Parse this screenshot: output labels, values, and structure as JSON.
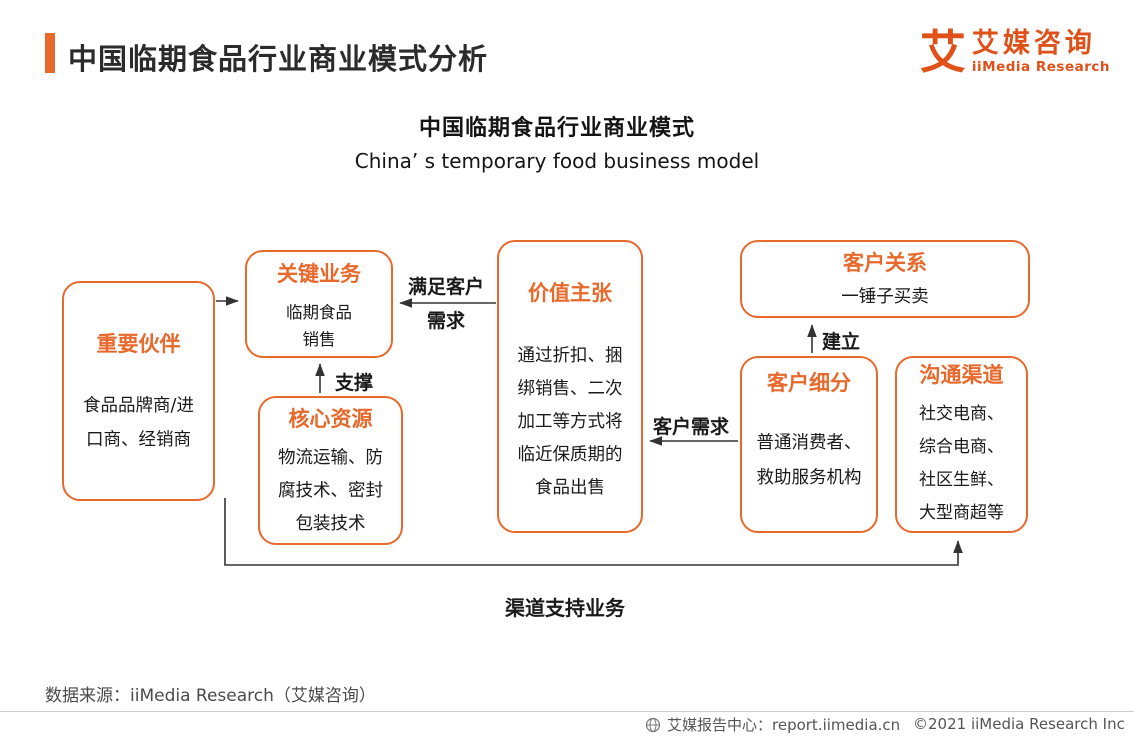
{
  "header": {
    "title": "中国临期食品行业商业模式分析",
    "logo": {
      "icon_glyph": "艾",
      "name_cn": "艾媒咨询",
      "name_en": "iiMedia Research"
    }
  },
  "diagram": {
    "title_cn": "中国临期食品行业商业模式",
    "title_en": "China’ s temporary food business model",
    "boxes": {
      "partners": {
        "title": "重要伙伴",
        "lines": [
          "食品品牌商/进",
          "口商、经销商"
        ]
      },
      "key_business": {
        "title": "关键业务",
        "lines": [
          "临期食品",
          "销售"
        ]
      },
      "core_resources": {
        "title": "核心资源",
        "lines": [
          "物流运输、防",
          "腐技术、密封",
          "包装技术"
        ]
      },
      "value_proposition": {
        "title": "价值主张",
        "lines": [
          "通过折扣、捆",
          "绑销售、二次",
          "加工等方式将",
          "临近保质期的",
          "食品出售"
        ]
      },
      "customer_relations": {
        "title": "客户关系",
        "lines": [
          "一锤子买卖"
        ]
      },
      "customer_segments": {
        "title": "客户细分",
        "lines": [
          "普通消费者、",
          "救助服务机构"
        ]
      },
      "channels": {
        "title": "沟通渠道",
        "lines": [
          "社交电商、",
          "综合电商、",
          "社区生鲜、",
          "大型商超等"
        ]
      }
    },
    "arrow_labels": {
      "satisfy": [
        "满足客户",
        "需求"
      ],
      "support": "支撑",
      "demand": "客户需求",
      "establish": "建立",
      "channel_support": "渠道支持业务"
    }
  },
  "footer": {
    "source": "数据来源：iiMedia Research（艾媒咨询）",
    "report_center": "艾媒报告中心：report.iimedia.cn",
    "copyright": "©2021  iiMedia Research  Inc"
  },
  "colors": {
    "accent": "#E8692C",
    "logo": "#E0511A",
    "text": "#1A1A1A"
  }
}
